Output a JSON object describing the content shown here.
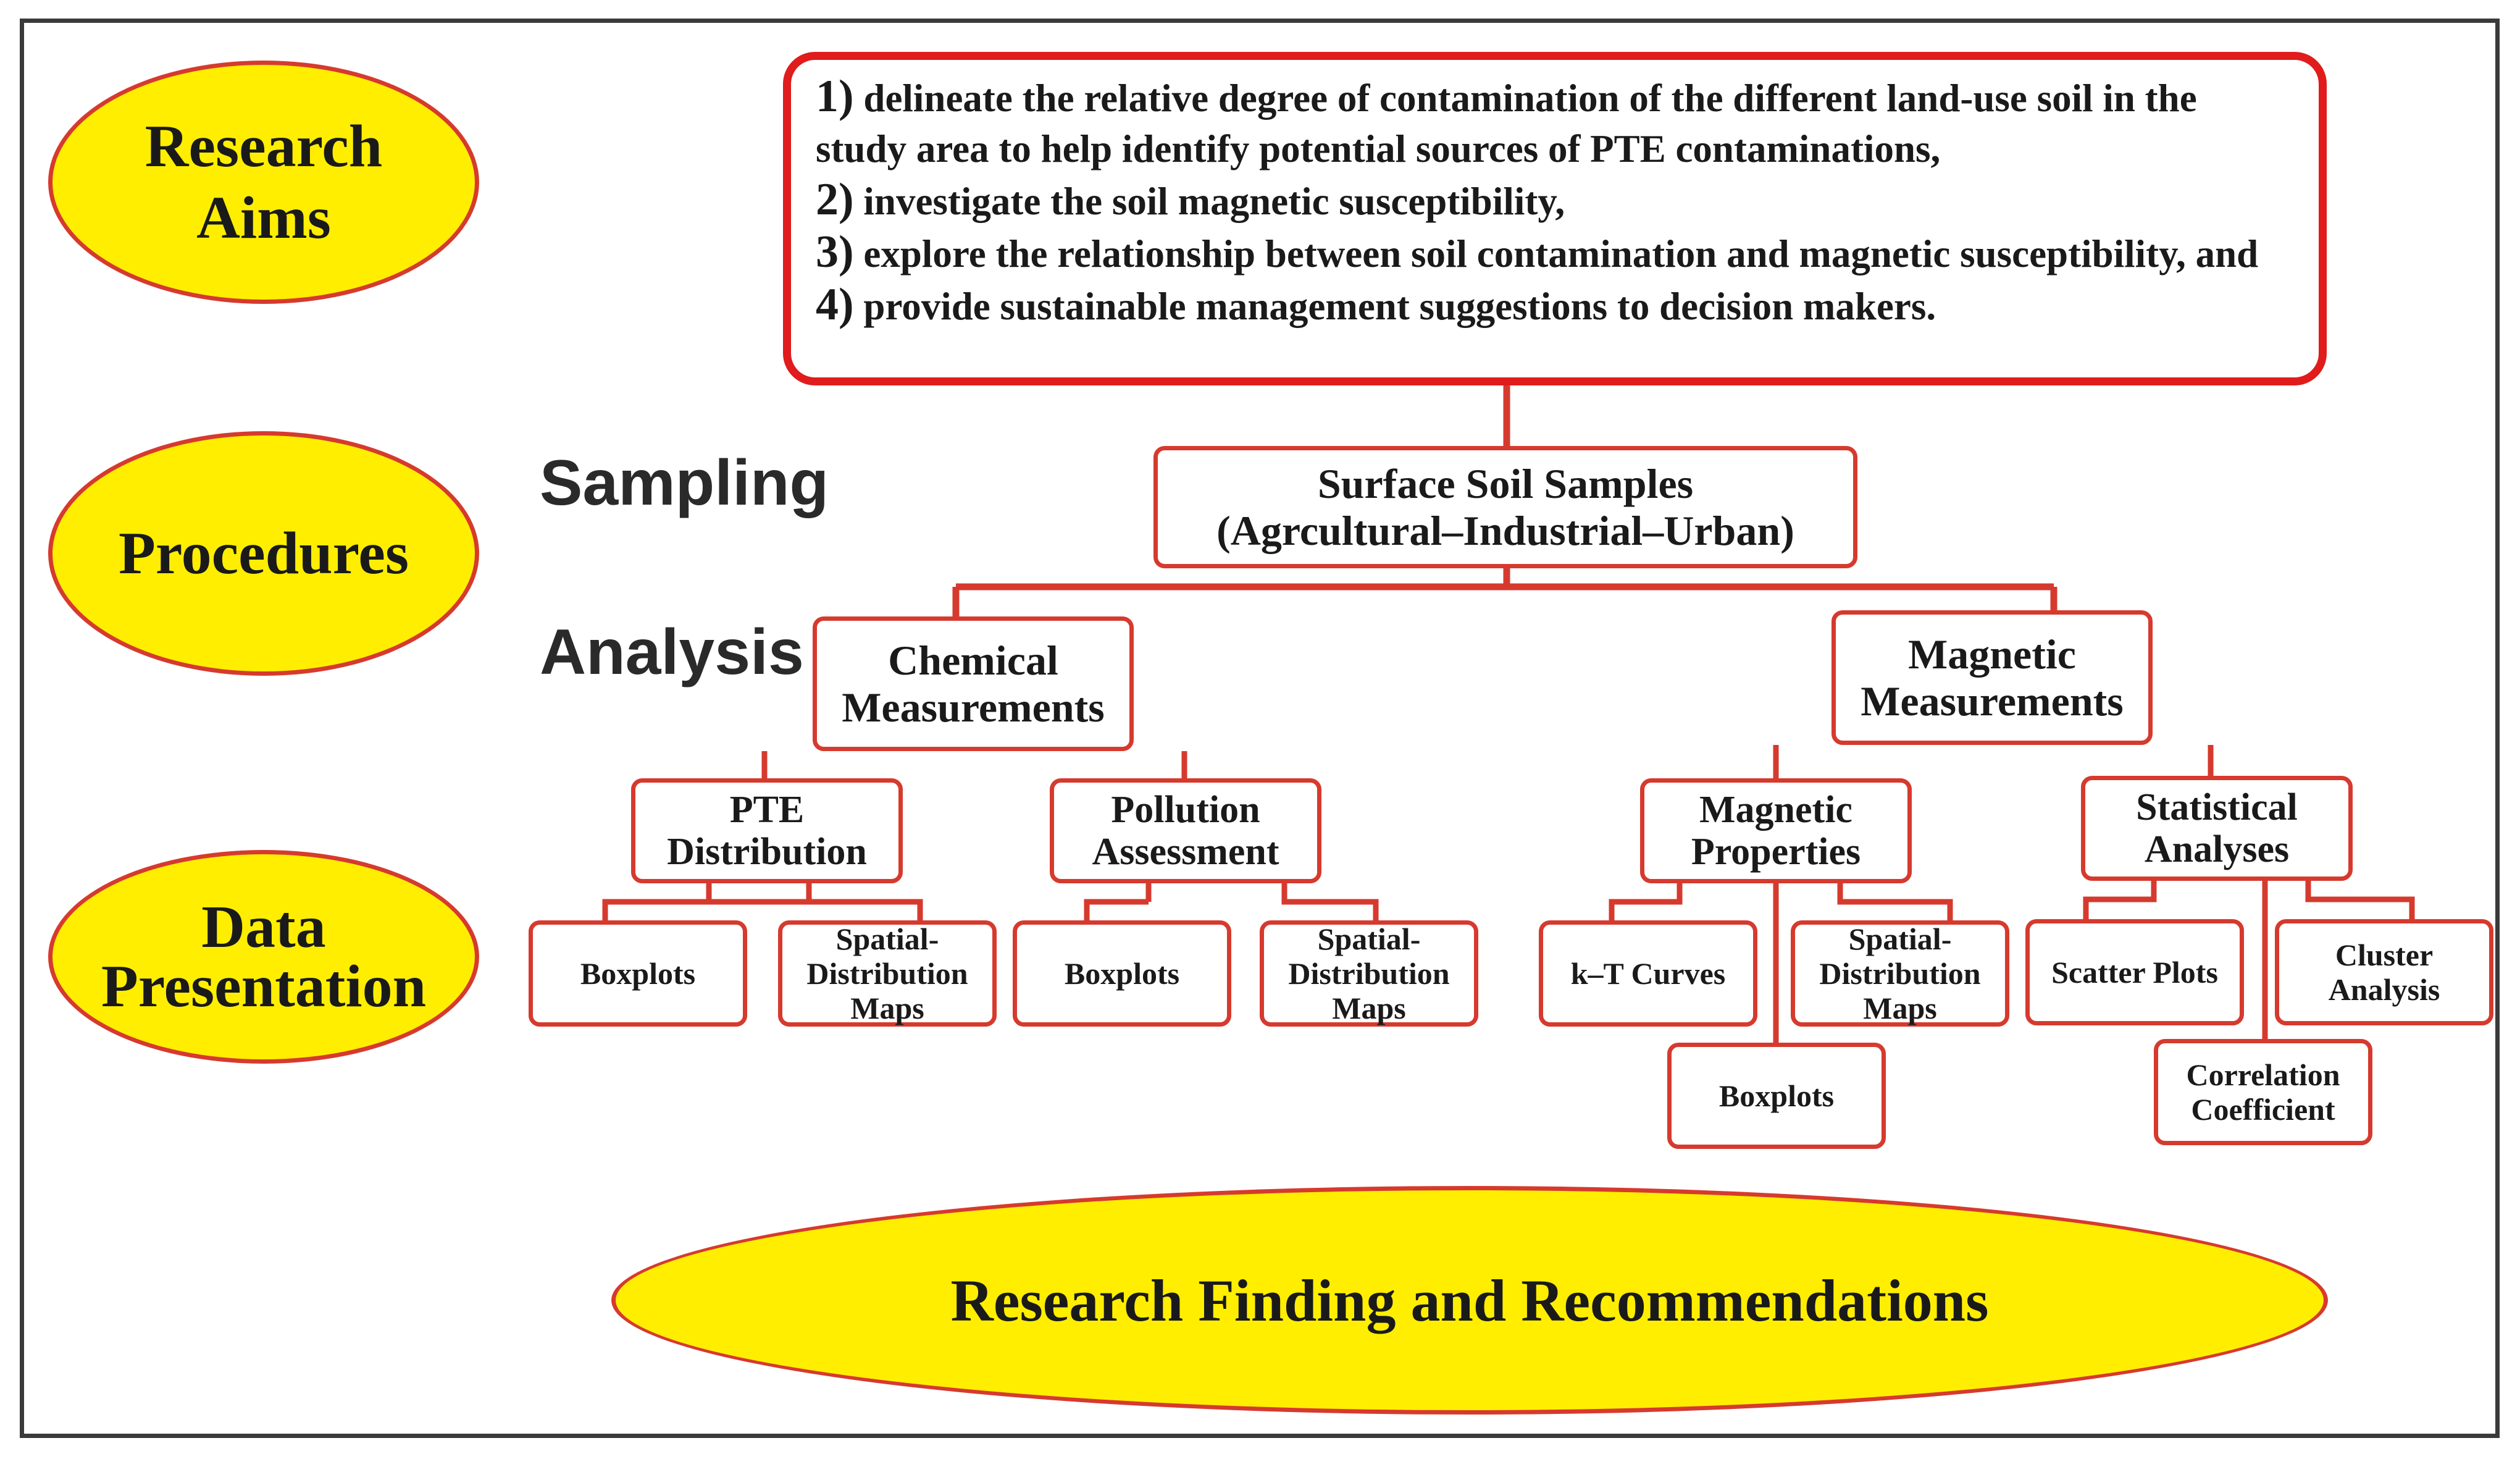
{
  "colors": {
    "ellipse_fill": "#ffee00",
    "box_border": "#d63a2e",
    "aims_border": "#e01c1c",
    "connector": "#d63a2e",
    "frame": "#3a3a3a"
  },
  "side_labels": {
    "research_aims": "Research\nAims",
    "procedures": "Procedures",
    "data_presentation": "Data\nPresentation"
  },
  "aims": [
    {
      "num": "1)",
      "text": "delineate the relative degree of contamination of the different land-use soil in the study area to help identify potential sources of PTE contaminations,"
    },
    {
      "num": "2)",
      "text": "investigate the soil magnetic susceptibility,"
    },
    {
      "num": "3)",
      "text": "explore the relationship between soil contamination and magnetic susceptibility, and"
    },
    {
      "num": "4)",
      "text": "provide sustainable management suggestions to decision makers."
    }
  ],
  "stages": {
    "sampling": "Sampling",
    "analysis": "Analysis"
  },
  "boxes": {
    "surface_soil": "Surface Soil Samples\n(Agrcultural–Industrial–Urban)",
    "chemical": "Chemical\nMeasurements",
    "magnetic": "Magnetic\nMeasurements",
    "pte_distribution": "PTE\nDistribution",
    "pollution_assessment": "Pollution\nAssessment",
    "magnetic_properties": "Magnetic\nProperties",
    "statistical_analyses": "Statistical\nAnalyses",
    "pte_boxplots": "Boxplots",
    "pte_spatial_maps": "Spatial-\nDistribution\nMaps",
    "pollution_boxplots": "Boxplots",
    "pollution_spatial_maps": "Spatial-\nDistribution\nMaps",
    "kt_curves": "k–T Curves",
    "magnetic_spatial_maps": "Spatial-\nDistribution\nMaps",
    "magnetic_boxplots": "Boxplots",
    "scatter_plots": "Scatter Plots",
    "cluster_analysis": "Cluster\nAnalysis",
    "correlation_coefficient": "Correlation\nCoefficient"
  },
  "final": "Research Finding and Recommendations"
}
